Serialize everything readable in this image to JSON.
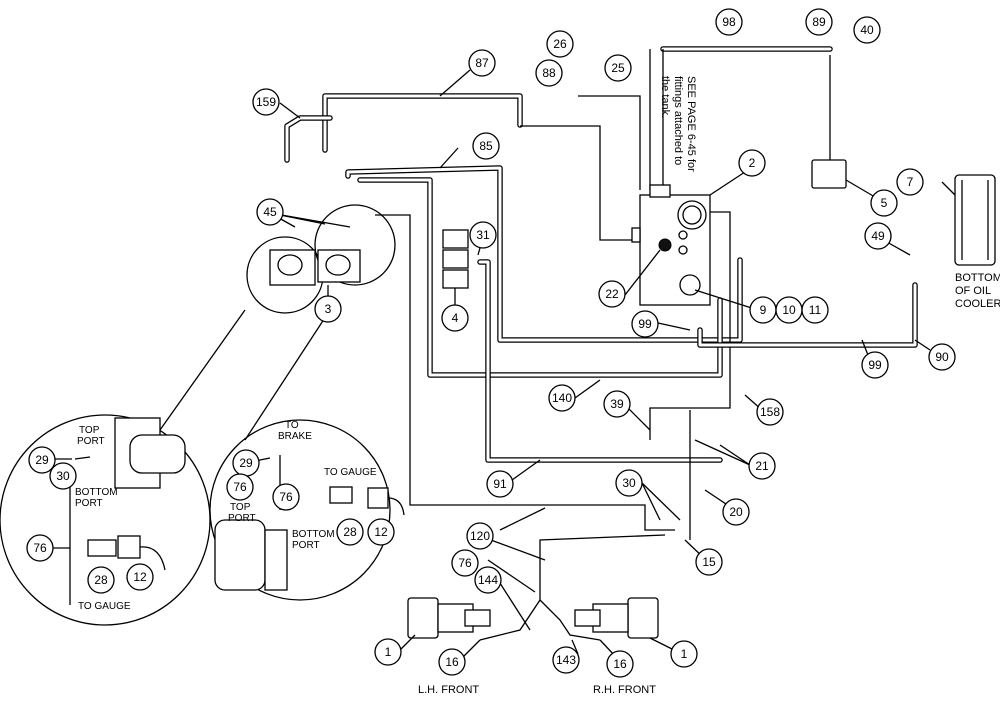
{
  "callouts": [
    "87",
    "88",
    "26",
    "25",
    "98",
    "89",
    "40",
    "159",
    "85",
    "2",
    "7",
    "5",
    "49",
    "45",
    "31",
    "22",
    "3",
    "4",
    "9",
    "10",
    "11",
    "99",
    "99",
    "90",
    "140",
    "158",
    "39",
    "21",
    "29",
    "30",
    "29",
    "76",
    "76",
    "76",
    "28",
    "28",
    "12",
    "12",
    "91",
    "30",
    "20",
    "15",
    "120",
    "76",
    "144",
    "1",
    "16",
    "143",
    "16",
    "1"
  ],
  "labels": {
    "see_page_1": "SEE PAGE 6-45 for",
    "see_page_2": "fittings attached to",
    "see_page_3": "the tank.",
    "bottom_oil_1": "BOTTOM",
    "bottom_oil_2": "OF OIL",
    "bottom_oil_3": "COOLER",
    "top_port_a": "TOP",
    "top_port_b": "PORT",
    "bottom_port_a": "BOTTOM",
    "bottom_port_b": "PORT",
    "to_gauge_left": "TO GAUGE",
    "to_brake_a": "TO",
    "to_brake_b": "BRAKE",
    "to_gauge_right": "TO GAUGE",
    "top_port_r_a": "TOP",
    "top_port_r_b": "PORT",
    "bottom_port_r_a": "BOTTOM",
    "bottom_port_r_b": "PORT",
    "lh_front": "L.H. FRONT",
    "rh_front": "R.H. FRONT"
  }
}
